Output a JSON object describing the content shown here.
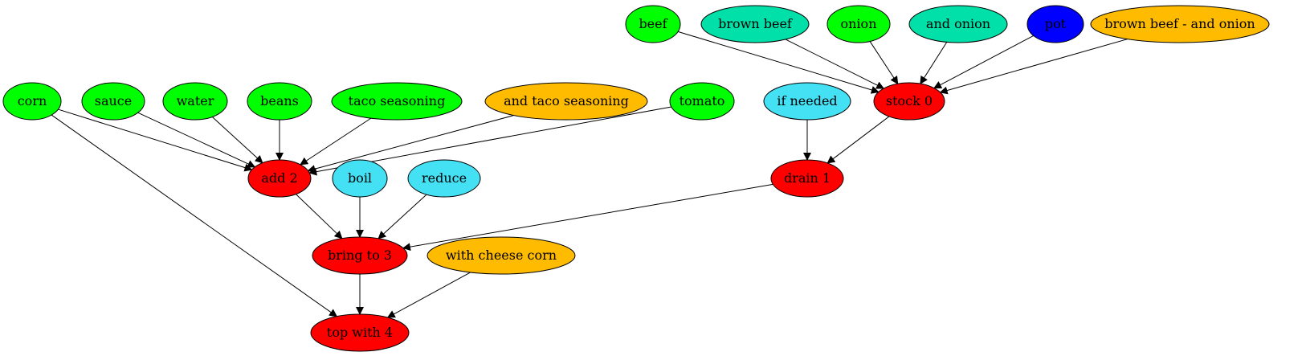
{
  "colors": {
    "ingredient": "#00ff00",
    "preparation": "#00e0a8",
    "tool": "#0000ff",
    "condition": "#44e0f4",
    "combination": "#ffbb00",
    "step": "#ff0000"
  },
  "nodes": {
    "beef": {
      "label": "beef",
      "kind": "ingredient"
    },
    "brown_beef": {
      "label": "brown beef",
      "kind": "preparation"
    },
    "onion": {
      "label": "onion",
      "kind": "ingredient"
    },
    "and_onion": {
      "label": "and onion",
      "kind": "preparation"
    },
    "pot": {
      "label": "pot",
      "kind": "tool"
    },
    "brown_beef_and_onion": {
      "label": "brown beef - and onion",
      "kind": "combination"
    },
    "corn": {
      "label": "corn",
      "kind": "ingredient"
    },
    "sauce": {
      "label": "sauce",
      "kind": "ingredient"
    },
    "water": {
      "label": "water",
      "kind": "ingredient"
    },
    "beans": {
      "label": "beans",
      "kind": "ingredient"
    },
    "taco_seasoning": {
      "label": "taco seasoning",
      "kind": "ingredient"
    },
    "and_taco_seasoning": {
      "label": "and taco seasoning",
      "kind": "combination"
    },
    "tomato": {
      "label": "tomato",
      "kind": "ingredient"
    },
    "if_needed": {
      "label": "if needed",
      "kind": "condition"
    },
    "stock_0": {
      "label": "stock 0",
      "kind": "step"
    },
    "add_2": {
      "label": "add 2",
      "kind": "step"
    },
    "boil": {
      "label": "boil",
      "kind": "condition"
    },
    "reduce": {
      "label": "reduce",
      "kind": "condition"
    },
    "drain_1": {
      "label": "drain 1",
      "kind": "step"
    },
    "bring_to_3": {
      "label": "bring to 3",
      "kind": "step"
    },
    "with_cheese_corn": {
      "label": "with cheese corn",
      "kind": "combination"
    },
    "top_with_4": {
      "label": "top with 4",
      "kind": "step"
    }
  },
  "edges": [
    [
      "beef",
      "stock_0"
    ],
    [
      "brown_beef",
      "stock_0"
    ],
    [
      "onion",
      "stock_0"
    ],
    [
      "and_onion",
      "stock_0"
    ],
    [
      "pot",
      "stock_0"
    ],
    [
      "brown_beef_and_onion",
      "stock_0"
    ],
    [
      "corn",
      "add_2"
    ],
    [
      "sauce",
      "add_2"
    ],
    [
      "water",
      "add_2"
    ],
    [
      "beans",
      "add_2"
    ],
    [
      "taco_seasoning",
      "add_2"
    ],
    [
      "and_taco_seasoning",
      "add_2"
    ],
    [
      "tomato",
      "add_2"
    ],
    [
      "corn",
      "top_with_4"
    ],
    [
      "if_needed",
      "drain_1"
    ],
    [
      "stock_0",
      "drain_1"
    ],
    [
      "add_2",
      "bring_to_3"
    ],
    [
      "boil",
      "bring_to_3"
    ],
    [
      "reduce",
      "bring_to_3"
    ],
    [
      "drain_1",
      "bring_to_3"
    ],
    [
      "bring_to_3",
      "top_with_4"
    ],
    [
      "with_cheese_corn",
      "top_with_4"
    ]
  ]
}
